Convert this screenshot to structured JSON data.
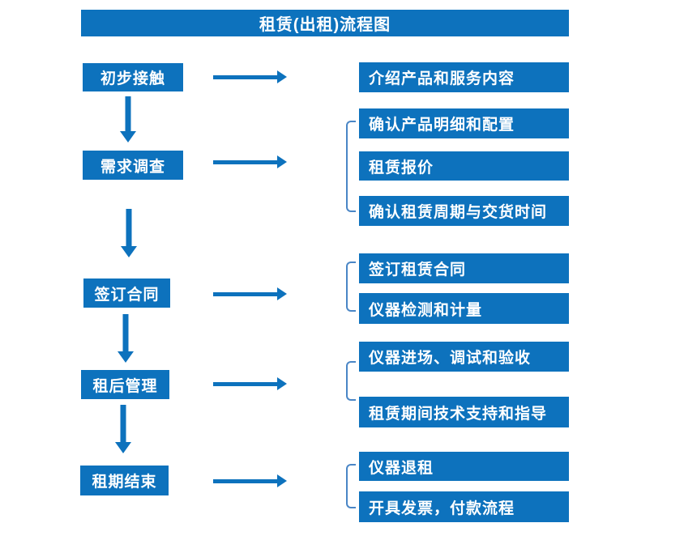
{
  "title": "租赁(出租)流程图",
  "colors": {
    "box_blue": "#0d72bd",
    "arrow_blue": "#0d72bd",
    "bracket_blue": "#4a86c6",
    "text_white": "#ffffff",
    "background": "#ffffff"
  },
  "stages": [
    {
      "label": "初步接触",
      "outputs": [
        "介绍产品和服务内容"
      ]
    },
    {
      "label": "需求调查",
      "outputs": [
        "确认产品明细和配置",
        "租赁报价",
        "确认租赁周期与交货时间"
      ]
    },
    {
      "label": "签订合同",
      "outputs": [
        "签订租赁合同",
        "仪器检测和计量"
      ]
    },
    {
      "label": "租后管理",
      "outputs": [
        "仪器进场、调试和验收",
        "租赁期间技术支持和指导"
      ]
    },
    {
      "label": "租期结束",
      "outputs": [
        "仪器退租",
        "开具发票，付款流程"
      ]
    }
  ]
}
